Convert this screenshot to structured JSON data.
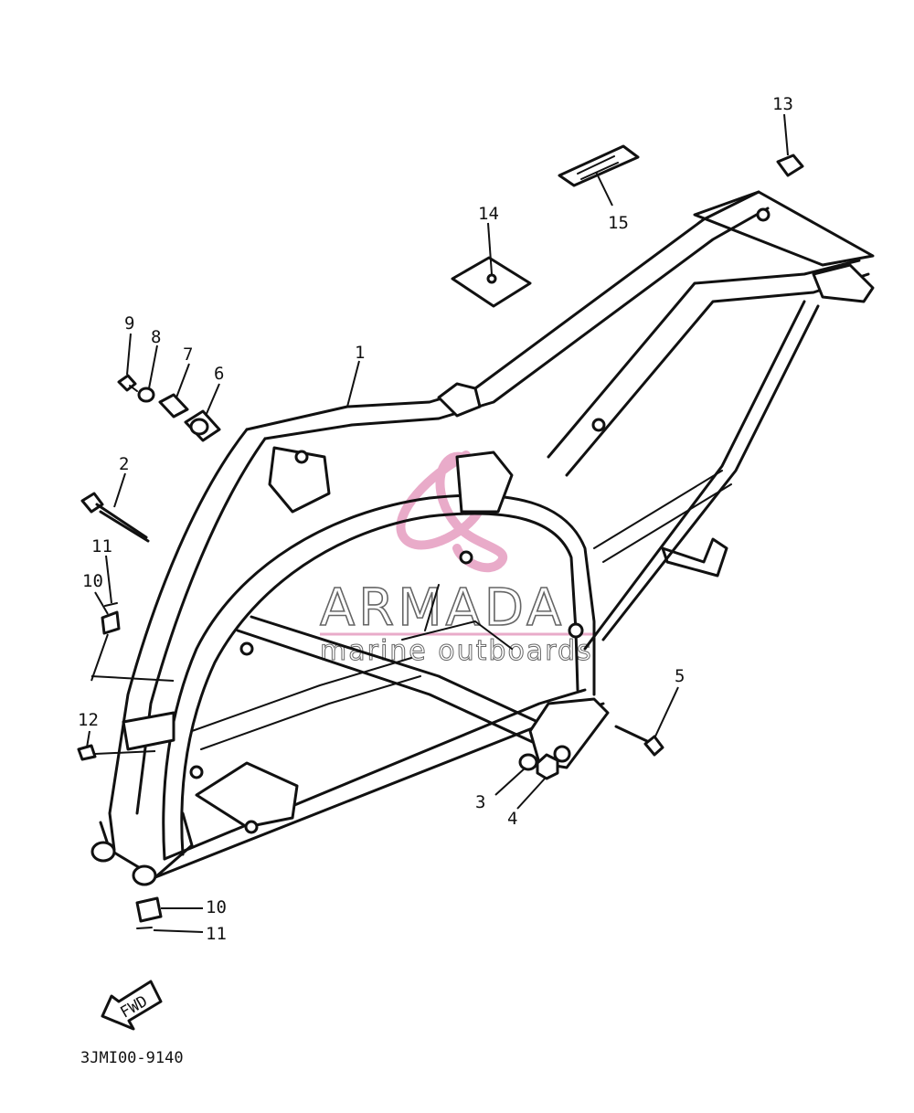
{
  "callouts": [
    {
      "id": "1",
      "label": "1"
    },
    {
      "id": "2",
      "label": "2"
    },
    {
      "id": "3",
      "label": "3"
    },
    {
      "id": "4",
      "label": "4"
    },
    {
      "id": "5",
      "label": "5"
    },
    {
      "id": "6",
      "label": "6"
    },
    {
      "id": "7",
      "label": "7"
    },
    {
      "id": "8",
      "label": "8"
    },
    {
      "id": "9",
      "label": "9"
    },
    {
      "id": "10a",
      "label": "10"
    },
    {
      "id": "11a",
      "label": "11"
    },
    {
      "id": "10b",
      "label": "10"
    },
    {
      "id": "11b",
      "label": "11"
    },
    {
      "id": "12",
      "label": "12"
    },
    {
      "id": "13",
      "label": "13"
    },
    {
      "id": "14",
      "label": "14"
    },
    {
      "id": "15",
      "label": "15"
    }
  ],
  "fwd_label": "FWD",
  "diagram_code": "3JMI00-9140",
  "watermark": {
    "title": "ARMADA",
    "subtitle": "marine outboards",
    "logo_color": "#e7a2c4"
  }
}
